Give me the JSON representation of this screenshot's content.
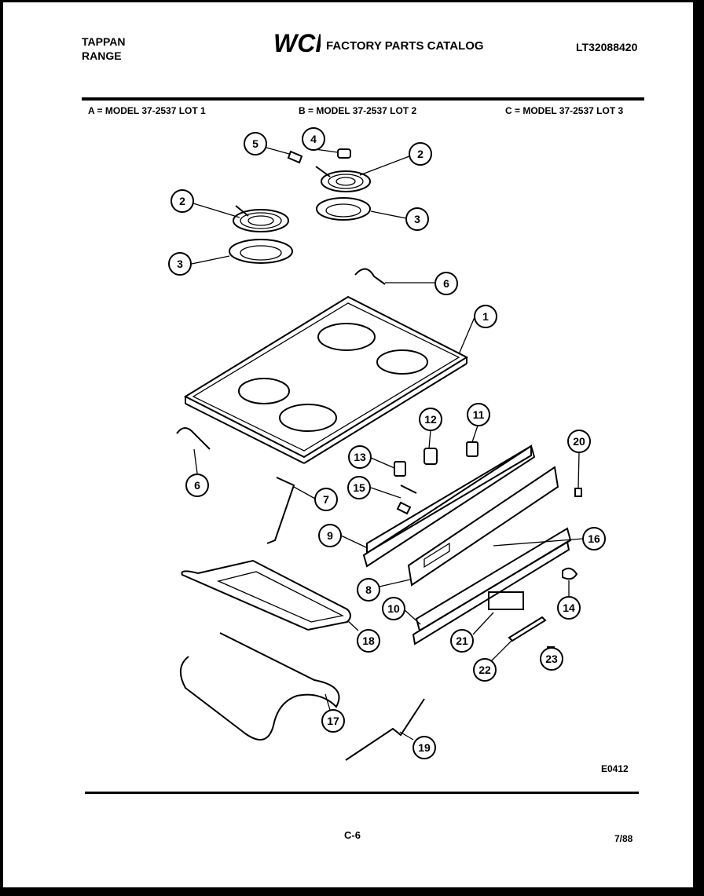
{
  "header": {
    "left_lines": [
      "TAPPAN",
      "RANGE"
    ],
    "logo_text": "WCI",
    "title": "FACTORY PARTS CATALOG",
    "code": "LT32088420"
  },
  "models": {
    "a": "A = MODEL 37-2537 LOT 1",
    "b": "B = MODEL 37-2537 LOT 2",
    "c": "C = MODEL 37-2537 LOT 3"
  },
  "figure_code": "E0412",
  "footer": {
    "page": "C-6",
    "date": "7/88"
  },
  "callouts": [
    {
      "label": "1"
    },
    {
      "label": "2"
    },
    {
      "label": "2"
    },
    {
      "label": "3"
    },
    {
      "label": "3"
    },
    {
      "label": "4"
    },
    {
      "label": "5"
    },
    {
      "label": "6"
    },
    {
      "label": "6"
    },
    {
      "label": "7"
    },
    {
      "label": "8"
    },
    {
      "label": "9"
    },
    {
      "label": "10"
    },
    {
      "label": "11"
    },
    {
      "label": "12"
    },
    {
      "label": "13"
    },
    {
      "label": "14"
    },
    {
      "label": "15"
    },
    {
      "label": "16"
    },
    {
      "label": "17"
    },
    {
      "label": "18"
    },
    {
      "label": "19"
    },
    {
      "label": "20"
    },
    {
      "label": "21"
    },
    {
      "label": "22"
    },
    {
      "label": "23"
    }
  ]
}
